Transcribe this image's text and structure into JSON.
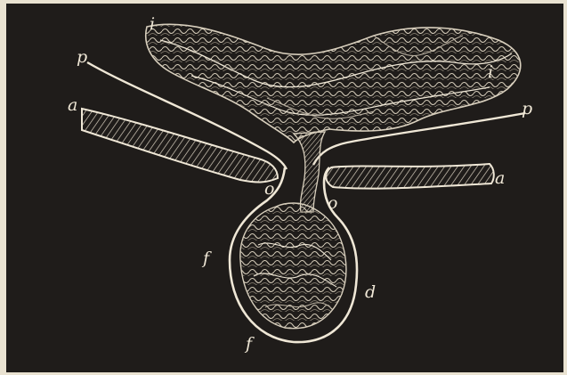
{
  "figure": {
    "colors": {
      "paper": "#e9e2d1",
      "ground": "#1f1c1a",
      "ink": "#efe7d6",
      "dim_ink": "#bdb4a4"
    },
    "labels": {
      "i_left": "i",
      "i_right": "i",
      "p_left": "p",
      "p_right": "p",
      "a_left": "a",
      "a_right": "a",
      "o_left": "o",
      "o_right": "o",
      "f_upper": "f",
      "f_lower": "f",
      "d": "d"
    }
  }
}
